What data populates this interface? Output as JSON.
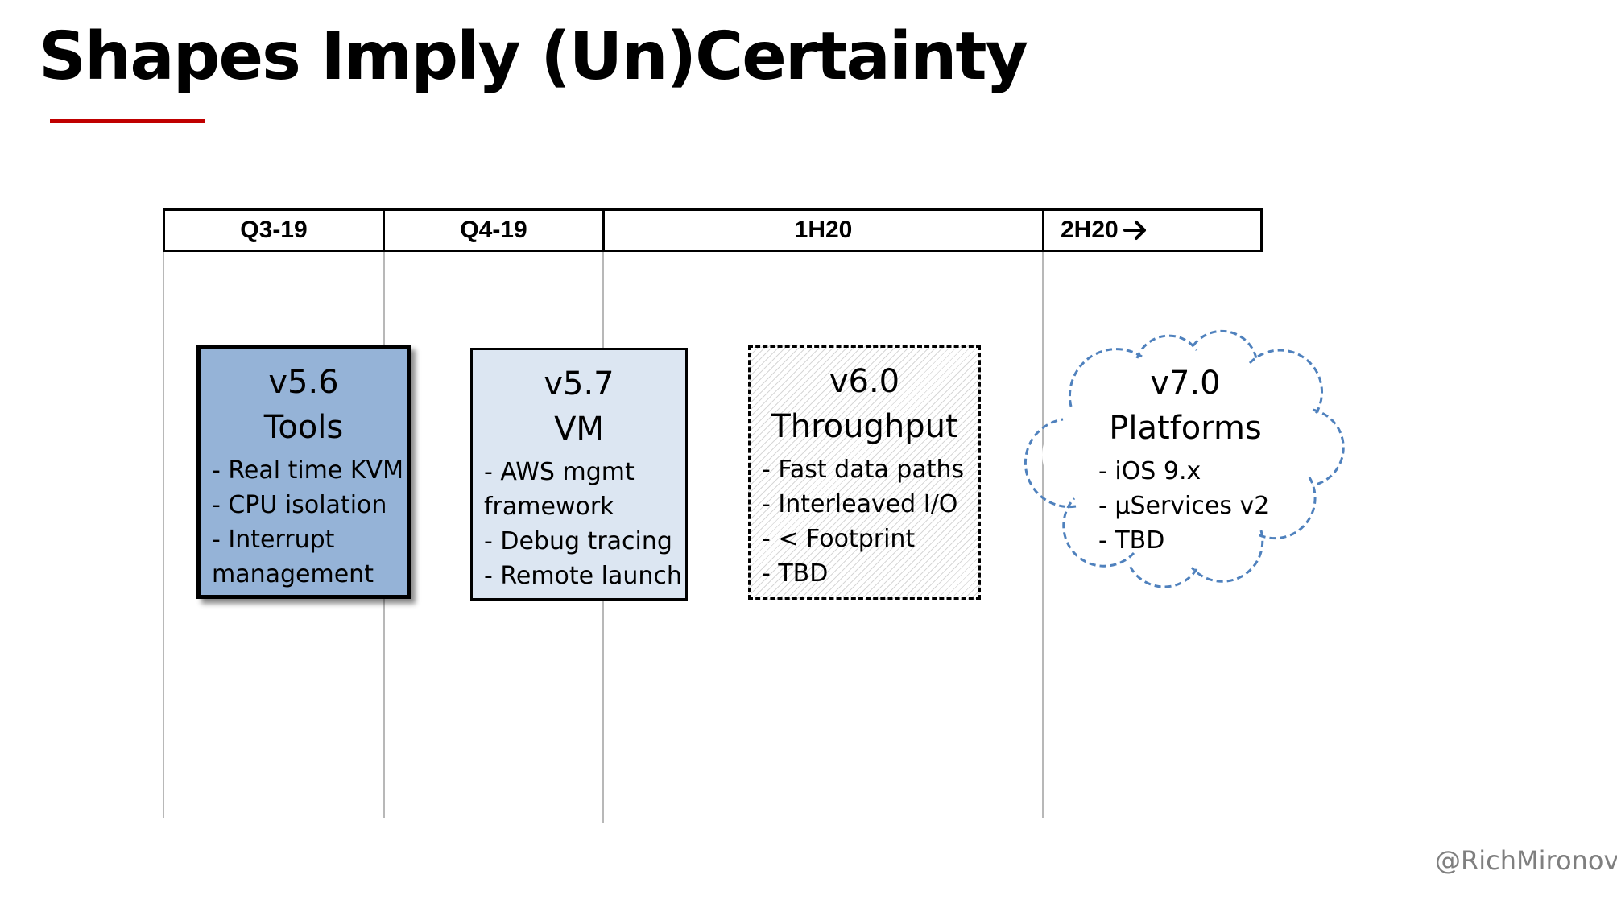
{
  "title": "Shapes Imply (Un)Certainty",
  "accent_color": "#c00000",
  "timeline": {
    "columns": [
      "Q3-19",
      "Q4-19",
      "1H20",
      "2H20"
    ],
    "last_column_icon": "right-arrow-icon"
  },
  "boxes": [
    {
      "title_line1": "v5.6",
      "title_line2": "Tools",
      "items": [
        "- Real time KVM",
        "- CPU isolation",
        "- Interrupt",
        "management"
      ],
      "fill": "#95b3d7",
      "style": "solid-heavy-shadow"
    },
    {
      "title_line1": "v5.7",
      "title_line2": "VM",
      "items": [
        "- AWS mgmt",
        "framework",
        "- Debug tracing",
        "- Remote launch"
      ],
      "fill": "#dce6f2",
      "style": "solid"
    },
    {
      "title_line1": "v6.0",
      "title_line2": "Throughput",
      "items": [
        "- Fast data paths",
        "- Interleaved I/O",
        "- < Footprint",
        "- TBD"
      ],
      "fill": "#ffffff",
      "style": "dashed-hatched"
    },
    {
      "title_line1": "v7.0",
      "title_line2": "Platforms",
      "items": [
        "- iOS 9.x",
        "- µServices v2",
        "- TBD"
      ],
      "outline_color": "#4f81bd",
      "style": "dashed-cloud"
    }
  ],
  "credit": "@RichMironov"
}
